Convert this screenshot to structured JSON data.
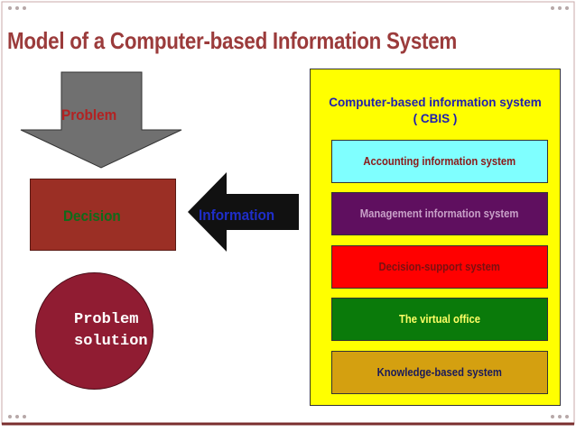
{
  "title": "Model of a Computer-based Information System",
  "problem_label": "Problem",
  "decision_label": "Decision",
  "solution_label_line1": "Problem",
  "solution_label_line2": "solution",
  "information_label": "Information",
  "cbis": {
    "title_line1": "Computer-based information system",
    "title_line2": "( CBIS )",
    "items": [
      {
        "label": "Accounting information system",
        "bg": "#7fffff",
        "color": "#8b1a1a"
      },
      {
        "label": "Management  information system",
        "bg": "#5f0f5f",
        "color": "#c8a0c8"
      },
      {
        "label": "Decision-support system",
        "bg": "#ff0000",
        "color": "#7a1010"
      },
      {
        "label": "The virtual office",
        "bg": "#0a7a0a",
        "color": "#ffff66"
      },
      {
        "label": "Knowledge-based system",
        "bg": "#d4a010",
        "color": "#1a1a5a"
      }
    ]
  },
  "colors": {
    "title": "#9b3b3b",
    "problem_arrow": "#707070",
    "decision_box": "#9b2f25",
    "solution_ellipse": "#901c32",
    "cbis_panel": "#ffff00",
    "frame": "#7a2e2e"
  }
}
